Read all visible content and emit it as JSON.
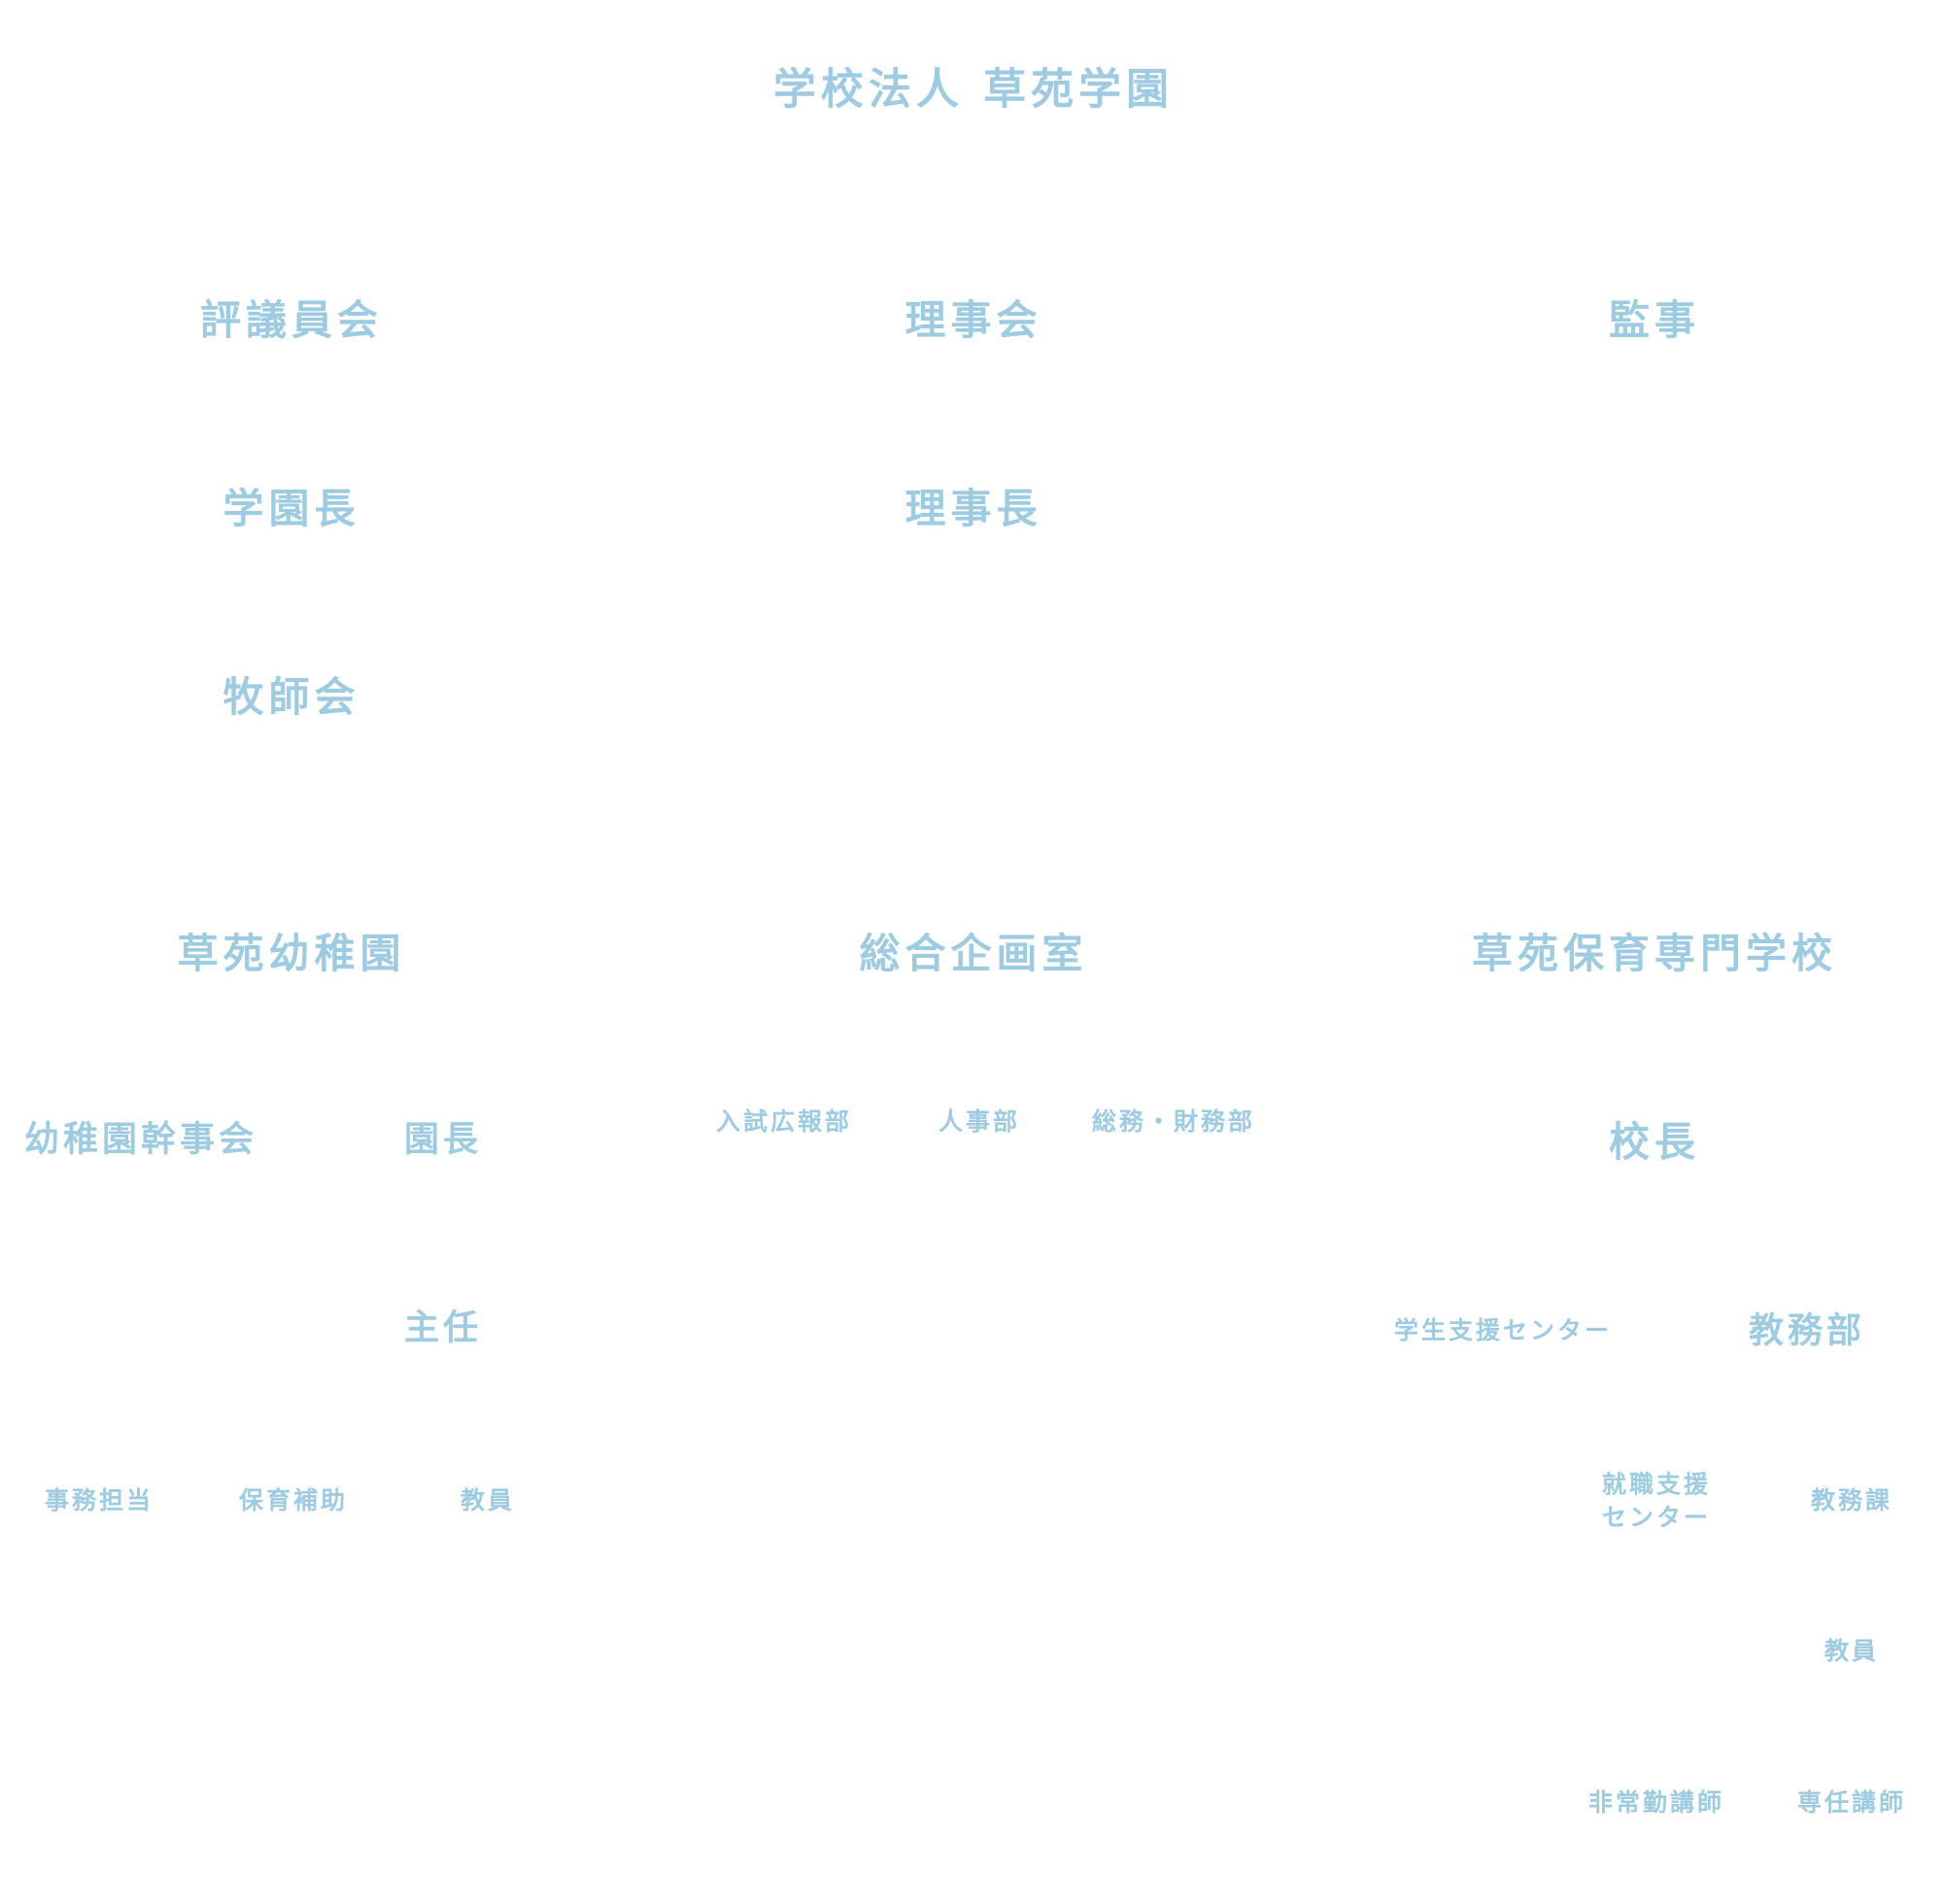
{
  "colors": {
    "text": "#9ccbe2",
    "background": "#ffffff"
  },
  "title": "学校法人 草苑学園",
  "governance": {
    "council": "評議員会",
    "board": "理事会",
    "auditor": "監事",
    "academy_head": "学園長",
    "chairman": "理事長",
    "pastors_council": "牧師会"
  },
  "kindergarten": {
    "name": "草苑幼稚園",
    "executive_council": "幼稚園幹事会",
    "director": "園長",
    "chief": "主任",
    "staff": [
      "事務担当",
      "保育補助",
      "教員"
    ]
  },
  "planning": {
    "name": "総合企画室",
    "departments": [
      "入試広報部",
      "人事部",
      "総務・財務部"
    ]
  },
  "college": {
    "name": "草苑保育専門学校",
    "principal": "校長",
    "student_support": "学生支援センター",
    "academic_affairs": "教務部",
    "career_support_line1": "就職支援",
    "career_support_line2": "センター",
    "academic_office": "教務課",
    "faculty": "教員",
    "part_time": "非常勤講師",
    "full_time": "専任講師"
  }
}
